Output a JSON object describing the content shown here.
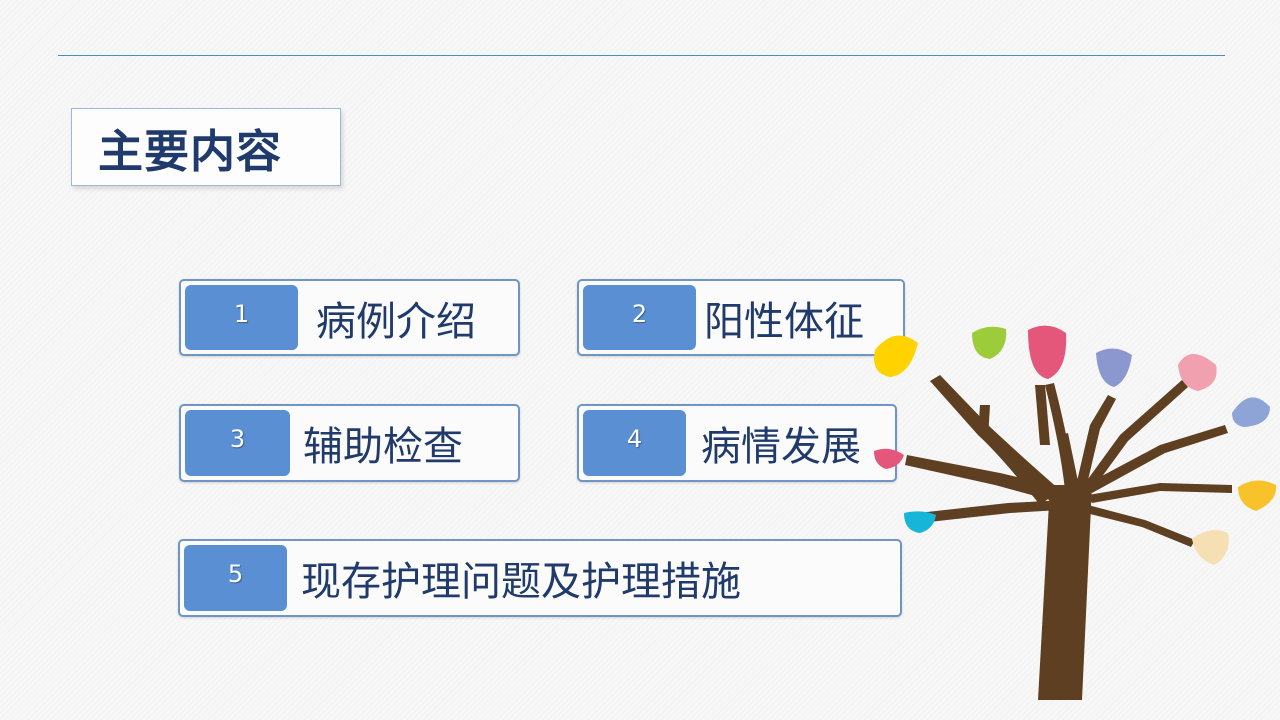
{
  "slide": {
    "title": "主要内容",
    "items": [
      {
        "number": "1",
        "label": "病例介绍"
      },
      {
        "number": "2",
        "label": "阳性体征"
      },
      {
        "number": "3",
        "label": "辅助检查"
      },
      {
        "number": "4",
        "label": "病情发展"
      },
      {
        "number": "5",
        "label": "现存护理问题及护理措施"
      }
    ]
  },
  "colors": {
    "title_text": "#1f3a6b",
    "number_box": "#5b8fd4",
    "item_border": "#6f95c4",
    "accent_line": "#4a8fb8",
    "tree_trunk": "#5e3f22"
  }
}
